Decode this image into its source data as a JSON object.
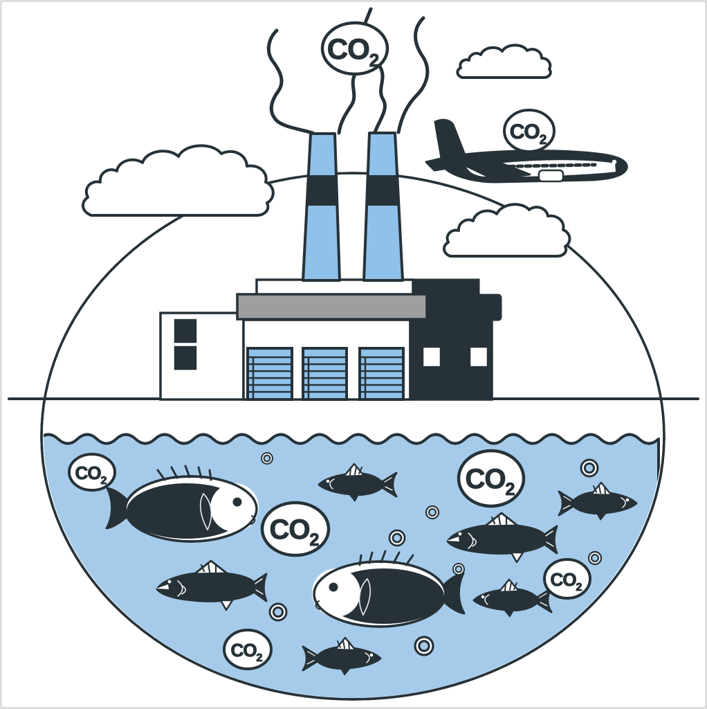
{
  "labels": {
    "co2_main": "CO",
    "co2_sub": "2"
  },
  "colors": {
    "ink": "#263238",
    "stack_blue": "#8FC2EB",
    "water_blue": "#A6CBEA",
    "roof_gray": "#9E9E9E",
    "paper": "#FFFFFF",
    "frame": "#CFCFCF"
  },
  "scene": {
    "co2_badge_count": 7,
    "fish_count": 8,
    "bubble_count": 8,
    "cloud_count": 3,
    "smokestack_count": 2
  }
}
